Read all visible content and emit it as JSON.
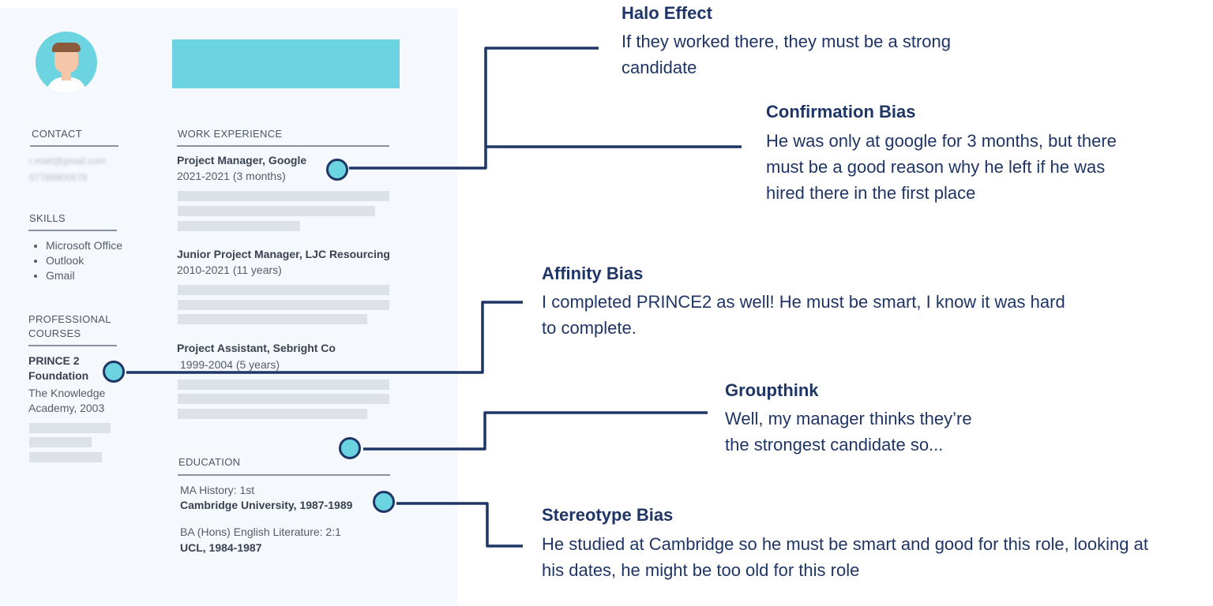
{
  "resume": {
    "contact": {
      "heading": "CONTACT",
      "email": "r.matt@gmail.com",
      "phone": "07789900678"
    },
    "skills": {
      "heading": "SKILLS",
      "items": [
        "Microsoft Office",
        "Outlook",
        "Gmail"
      ]
    },
    "courses": {
      "heading_line1": "PROFESSIONAL",
      "heading_line2": "COURSES",
      "course_line1": "PRINCE 2",
      "course_line2": "Foundation",
      "provider_line1": "The Knowledge",
      "provider_line2": "Academy, 2003"
    },
    "work": {
      "heading": "WORK EXPERIENCE",
      "jobs": [
        {
          "title": "Project Manager, Google",
          "dates": "2021-2021 (3 months)"
        },
        {
          "title": "Junior Project Manager, LJC Resourcing",
          "dates": "2010-2021 (11 years)"
        },
        {
          "title": "Project Assistant, Sebright Co",
          "dates": "1999-2004 (5 years)"
        }
      ]
    },
    "education": {
      "heading": "EDUCATION",
      "items": [
        {
          "degree": "MA History: 1st",
          "school": "Cambridge University, 1987-1989"
        },
        {
          "degree": "BA (Hons) English Literature: 2:1",
          "school": "UCL, 1984-1987"
        }
      ]
    }
  },
  "annotations": {
    "halo": {
      "title": "Halo Effect",
      "text": "If they worked there, they must be a strong candidate"
    },
    "confirmation": {
      "title": "Confirmation Bias",
      "text": "He was only at google for 3 months, but there must be a good reason why he left if he was hired there in the first place"
    },
    "affinity": {
      "title": "Affinity Bias",
      "text": "I completed PRINCE2 as well! He must be smart, I know it was hard to complete."
    },
    "groupthink": {
      "title": "Groupthink",
      "text": "Well, my manager thinks they’re the strongest candidate so..."
    },
    "stereotype": {
      "title": "Stereotype Bias",
      "text": "He studied at Cambridge so he must be smart and good for this role, looking at his dates, he might be too old for this role"
    }
  },
  "colors": {
    "navy": "#1f3566",
    "accent": "#6cd3e0",
    "resume_bg": "#f5f9fd",
    "placeholder": "#dde1e8"
  },
  "icons": {
    "avatar": "person-avatar-icon"
  }
}
